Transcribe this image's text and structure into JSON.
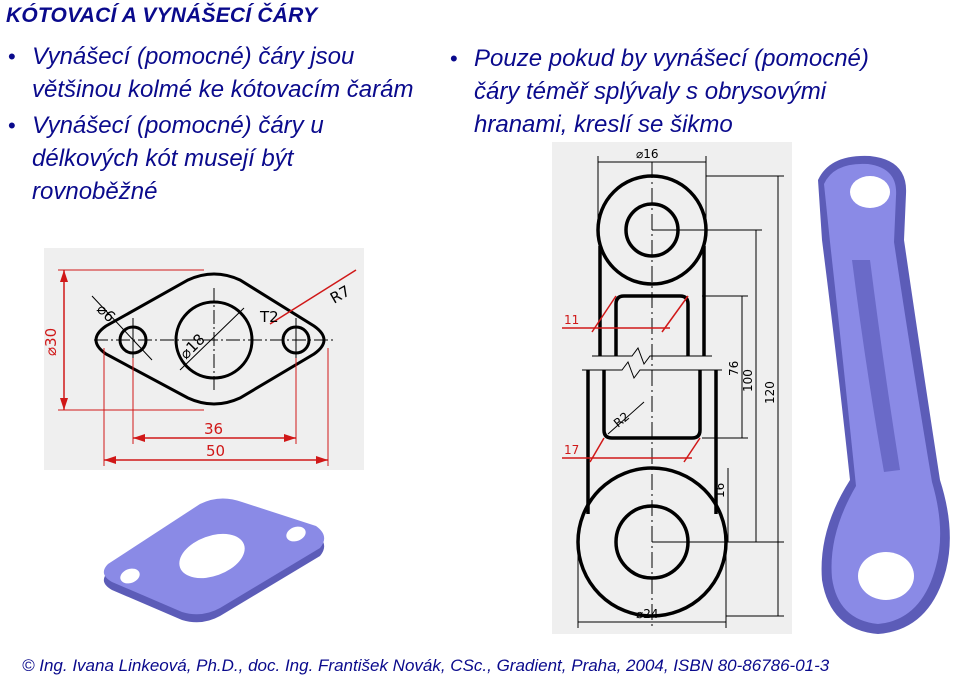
{
  "title": "KÓTOVACÍ A VYNÁŠECÍ ČÁRY",
  "left_bullets": [
    "Vynášecí (pomocné) čáry jsou většinou kolmé ke kótovacím čarám",
    "Vynášecí (pomocné) čáry u délkových kót musejí být rovnoběžné"
  ],
  "right_bullets": [
    "Pouze pokud by vynášecí (pomocné) čáry téměř splývaly s obrysovými hranami, kreslí se šikmo"
  ],
  "bullet_glyph": "•",
  "flange_drawing": {
    "dims": {
      "small_hole": "⌀6",
      "large_hole": "⌀18",
      "height": "⌀30",
      "thickness": "T2",
      "radius": "R7",
      "hole_spacing": "36",
      "overall_length": "50"
    }
  },
  "link_drawing": {
    "dims": {
      "top_boss": "⌀16",
      "bottom_boss": "⌀24",
      "upper_width": "11",
      "lower_width": "17",
      "fillet": "R2",
      "dim_76": "76",
      "dim_100": "100",
      "dim_120": "120",
      "dim_16": "16"
    }
  },
  "colors": {
    "text": "#0a0a8c",
    "dimension": "#d01818",
    "model_face": "#8a8ae6",
    "model_dark": "#5c5cb8",
    "background_panel": "#efefef"
  },
  "footer": "© Ing. Ivana Linkeová, Ph.D., doc. Ing. František Novák, CSc., Gradient, Praha, 2004, ISBN 80-86786-01-3"
}
